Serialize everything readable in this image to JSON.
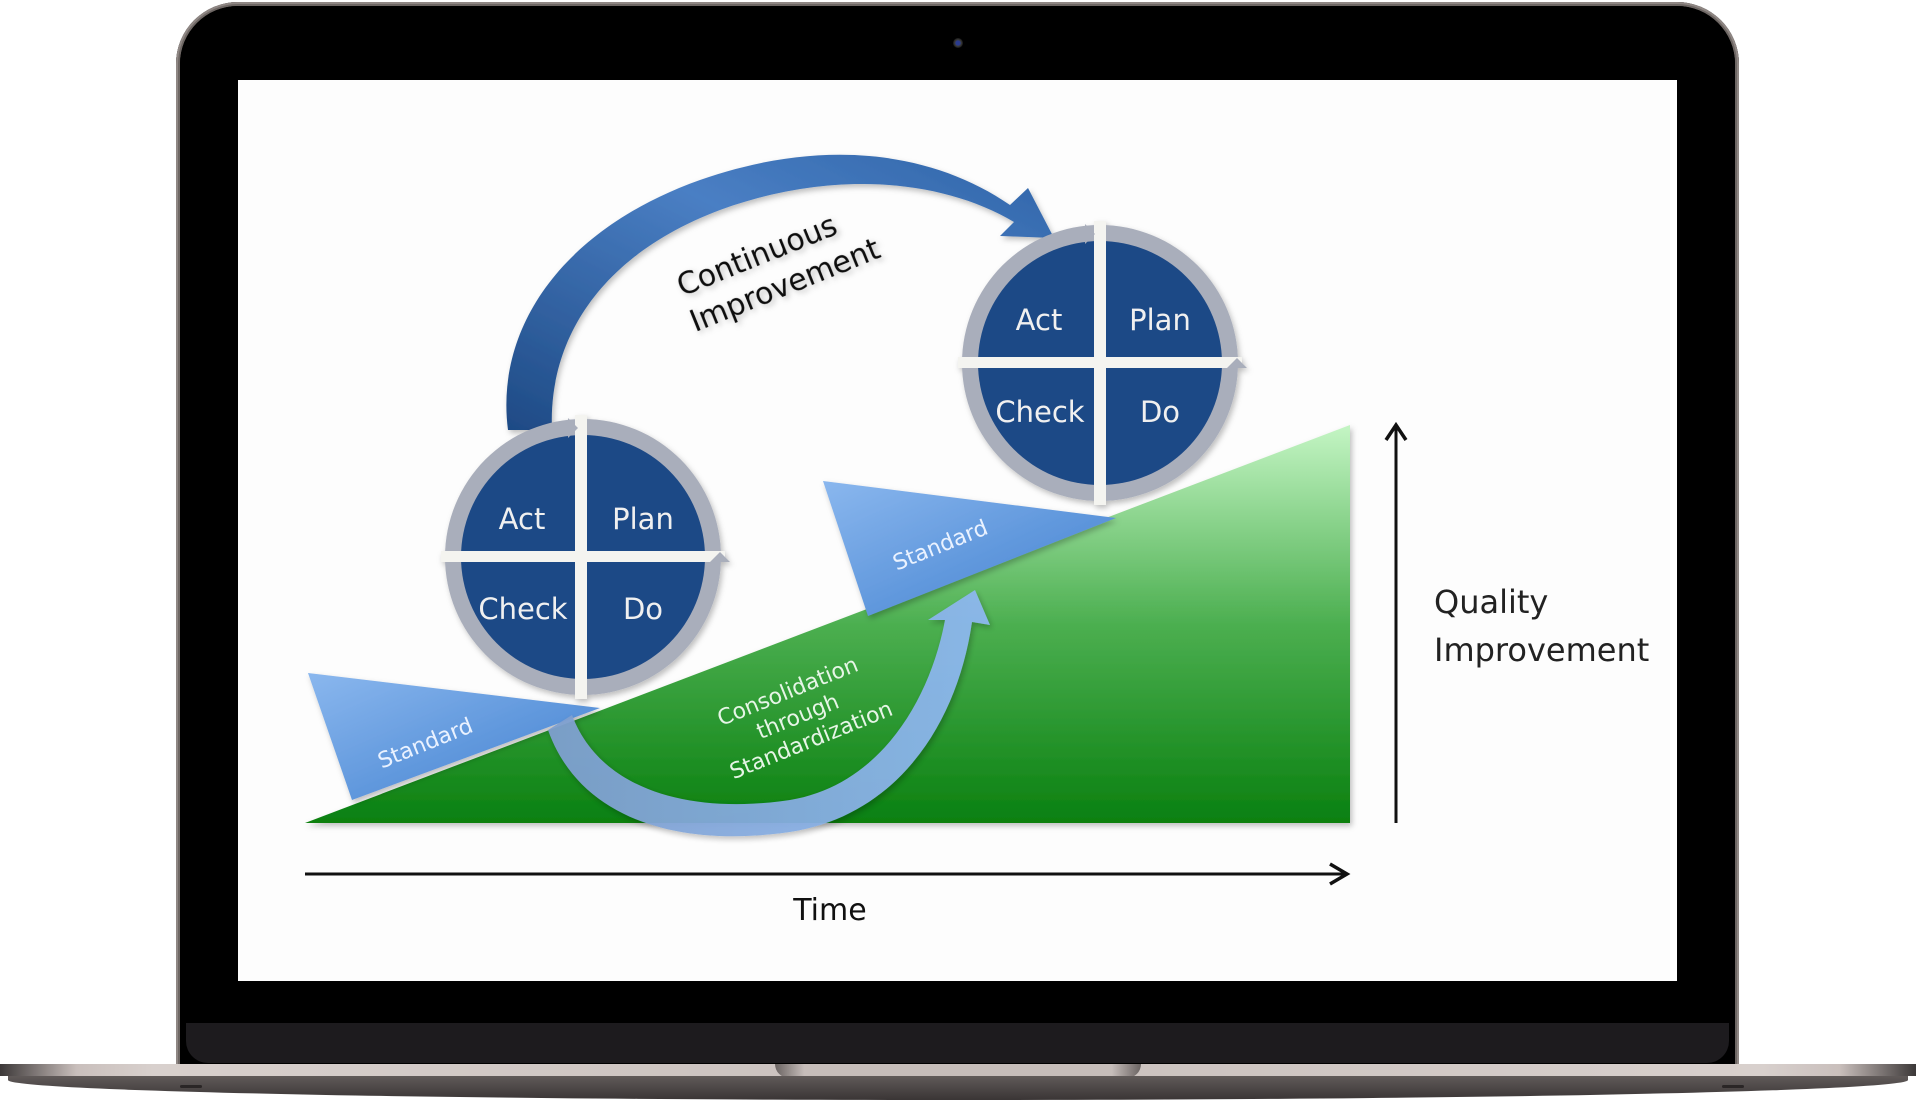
{
  "device": {
    "type": "laptop-mockup",
    "bezel_color": "#000000",
    "frame_color": "#8f8784"
  },
  "diagram": {
    "title": "PDCA Continuous Improvement with Standardization",
    "continuous_improvement_label_line1": "Continuous",
    "continuous_improvement_label_line2": "Improvement",
    "consolidation_line1": "Consolidation",
    "consolidation_line2": "through",
    "consolidation_line3": "Standardization",
    "cycles": [
      {
        "act": "Act",
        "plan": "Plan",
        "check": "Check",
        "do": "Do"
      },
      {
        "act": "Act",
        "plan": "Plan",
        "check": "Check",
        "do": "Do"
      }
    ],
    "standards": [
      {
        "label": "Standard"
      },
      {
        "label": "Standard"
      }
    ],
    "x_axis_label": "Time",
    "y_axis_label_line1": "Quality",
    "y_axis_label_line2": "Improvement",
    "colors": {
      "cycle_fill": "#1f4a86",
      "cycle_ring": "#a9aebb",
      "standard_wedge": "#5b95db",
      "slope_dark": "#0d8a12",
      "slope_light": "#b8f0b8",
      "arrow_blue": "#3d6fb0",
      "axis": "#111111"
    }
  }
}
